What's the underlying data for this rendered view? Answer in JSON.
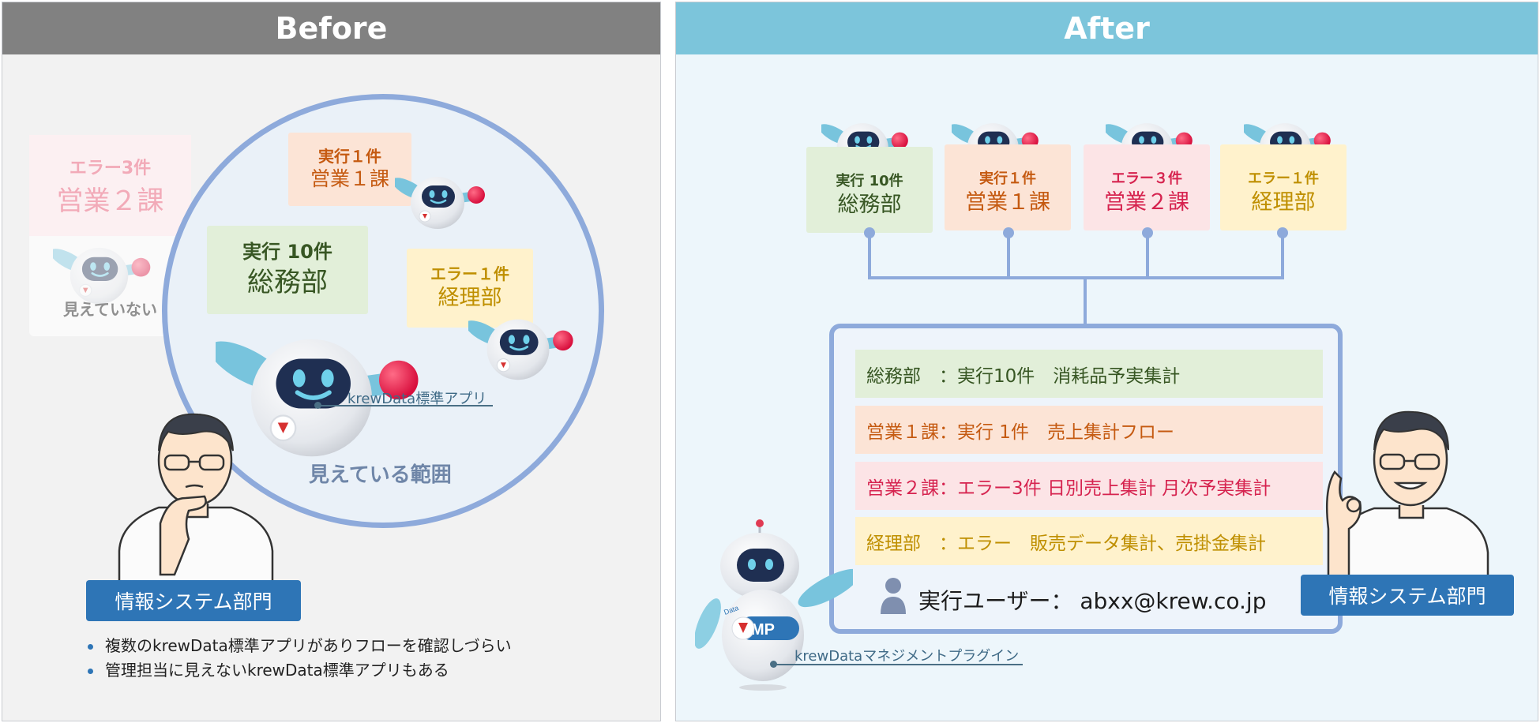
{
  "before": {
    "title": "Before",
    "faded_card": {
      "status": "エラー3件",
      "dept": "営業２課",
      "caption": "見えていない"
    },
    "labels": [
      {
        "status": "実行１件",
        "dept": "営業１課"
      },
      {
        "status": "実行 10件",
        "dept": "総務部"
      },
      {
        "status": "エラー１件",
        "dept": "経理部"
      }
    ],
    "app_label": "krewData標準アプリ",
    "visible_range": "見えている範囲",
    "dept_tag": "情報システム部門",
    "bullets": [
      "複数のkrewData標準アプリがありフローを確認しづらい",
      "管理担当に見えないkrewData標準アプリもある"
    ]
  },
  "after": {
    "title": "After",
    "labels": [
      {
        "status": "実行 10件",
        "dept": "総務部"
      },
      {
        "status": "実行１件",
        "dept": "営業１課"
      },
      {
        "status": "エラー３件",
        "dept": "営業２課"
      },
      {
        "status": "エラー１件",
        "dept": "経理部"
      }
    ],
    "summary_rows": [
      "総務部　：実行10件　消耗品予実集計",
      "営業１課：実行 1件　売上集計フロー",
      "営業２課：エラー3件 日別売上集計 月次予実集計",
      "経理部　：エラー　販売データ集計、売掛金集計"
    ],
    "user_label": "実行ユーザー： abxx@krew.co.jp",
    "plugin_label": "krewDataマネジメントプラグイン",
    "robot_badge": "MP",
    "robot_tag": "Data",
    "dept_tag": "情報システム部門"
  },
  "colors": {
    "before_header": "#818181",
    "after_header": "#7cc5db",
    "circle_border": "#8eaadb",
    "dept_tag": "#2e75b6",
    "connector": "#8eaadb"
  }
}
